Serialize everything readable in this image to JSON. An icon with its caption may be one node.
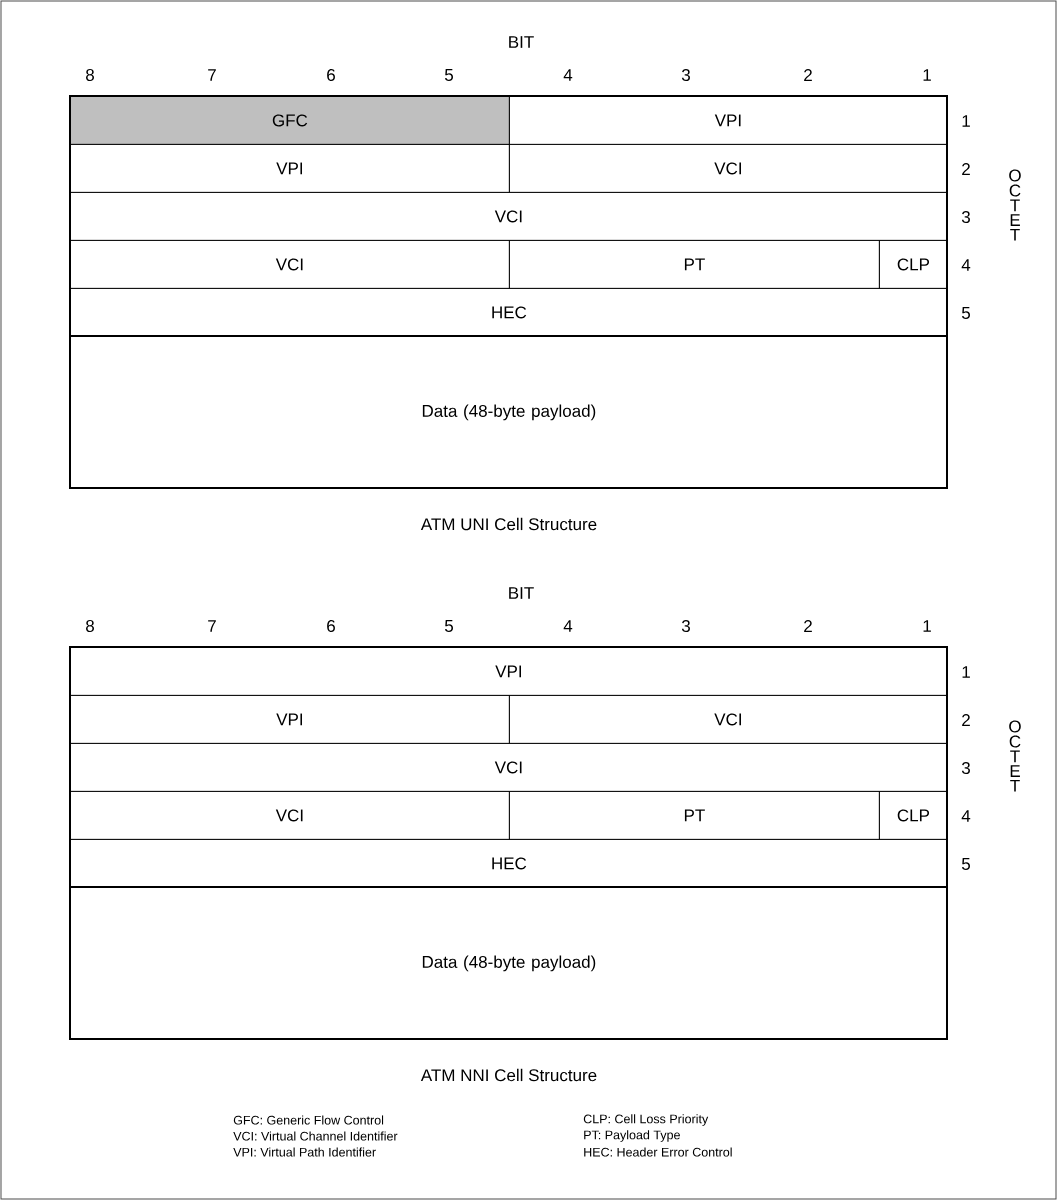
{
  "diagram": {
    "nodes": [
      {
        "text": [
          "GFC"
        ]
      },
      {
        "text": [
          "VPI"
        ]
      },
      {
        "text": [
          "VPI"
        ]
      },
      {
        "text": [
          "VCI"
        ]
      },
      {
        "text": [
          "VCI"
        ]
      },
      {
        "text": [
          "VCI"
        ]
      },
      {
        "text": [
          "PT"
        ]
      },
      {
        "text": [
          "CLP"
        ]
      },
      {
        "text": [
          "HEC"
        ]
      },
      {
        "text": [
          "Data (48-byte payload)"
        ]
      },
      {
        "text": [
          "VPI"
        ]
      },
      {
        "text": [
          "VPI"
        ]
      },
      {
        "text": [
          "VCI"
        ]
      },
      {
        "text": [
          "VCI"
        ]
      },
      {
        "text": [
          "VCI"
        ]
      },
      {
        "text": [
          "PT"
        ]
      },
      {
        "text": [
          "CLP"
        ]
      },
      {
        "text": [
          "HEC"
        ]
      },
      {
        "text": [
          "Data (48-byte payload)"
        ]
      }
    ],
    "labels": [
      "BIT",
      "8",
      "7",
      "6",
      "5",
      "4",
      "3",
      "2",
      "1",
      "1",
      "2",
      "3",
      "4",
      "5",
      "OCTET",
      "ATM UNI Cell Structure",
      "BIT",
      "8",
      "7",
      "6",
      "5",
      "4",
      "3",
      "2",
      "1",
      "1",
      "2",
      "3",
      "4",
      "5",
      "OCTET",
      "ATM NNI Cell Structure",
      "GFC: Generic Flow Control",
      "CLP: Cell Loss Priority",
      "VCI: Virtual Channel Identifier",
      "PT: Payload Type",
      "VPI: Virtual Path Identifier",
      "HEC: Header Error Control"
    ]
  }
}
